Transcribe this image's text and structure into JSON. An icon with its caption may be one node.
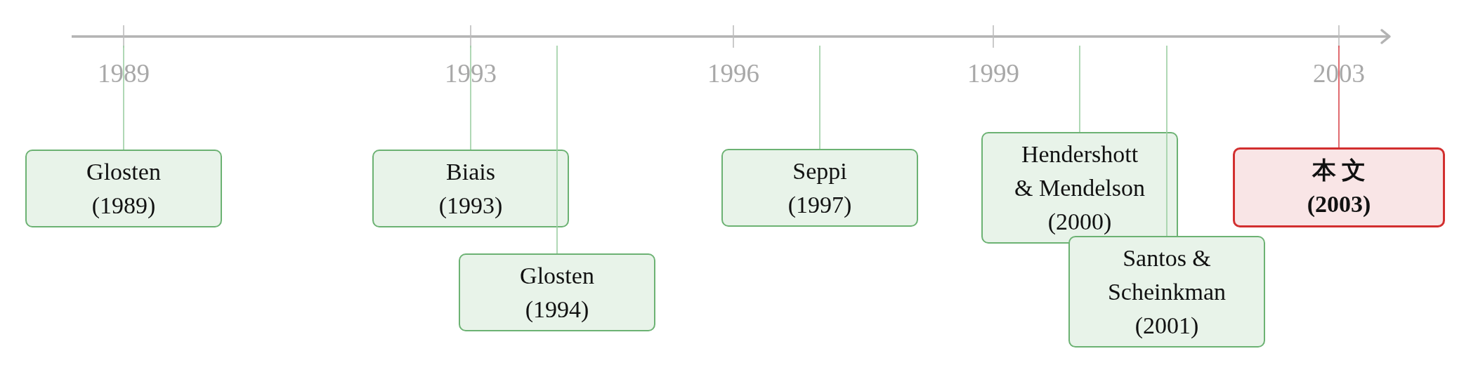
{
  "diagram": {
    "nodes": [
      {
        "text": [
          "Glosten",
          "(1989)"
        ]
      },
      {
        "text": [
          "Biais",
          "(1993)"
        ]
      },
      {
        "text": [
          "Glosten",
          "(1994)"
        ]
      },
      {
        "text": [
          "Seppi",
          "(1997)"
        ]
      },
      {
        "text": [
          "Hendershott & Mendelson",
          "(2000)"
        ]
      },
      {
        "text": [
          "Santos & Scheinkman",
          "(2001)"
        ]
      },
      {
        "text": [
          "本 文",
          "(2003)"
        ]
      }
    ],
    "edges": [
      {
        "from": 0,
        "to": null,
        "arrow": "none"
      },
      {
        "from": 1,
        "to": null,
        "arrow": "none"
      },
      {
        "from": 2,
        "to": null,
        "arrow": "none"
      },
      {
        "from": 3,
        "to": null,
        "arrow": "none"
      },
      {
        "from": 4,
        "to": null,
        "arrow": "none"
      },
      {
        "from": 5,
        "to": null,
        "arrow": "none"
      },
      {
        "from": 6,
        "to": null,
        "arrow": "none",
        "color": "#d9474c"
      }
    ],
    "labels": [
      "1989",
      "1993",
      "1996",
      "1999",
      "2003"
    ]
  }
}
